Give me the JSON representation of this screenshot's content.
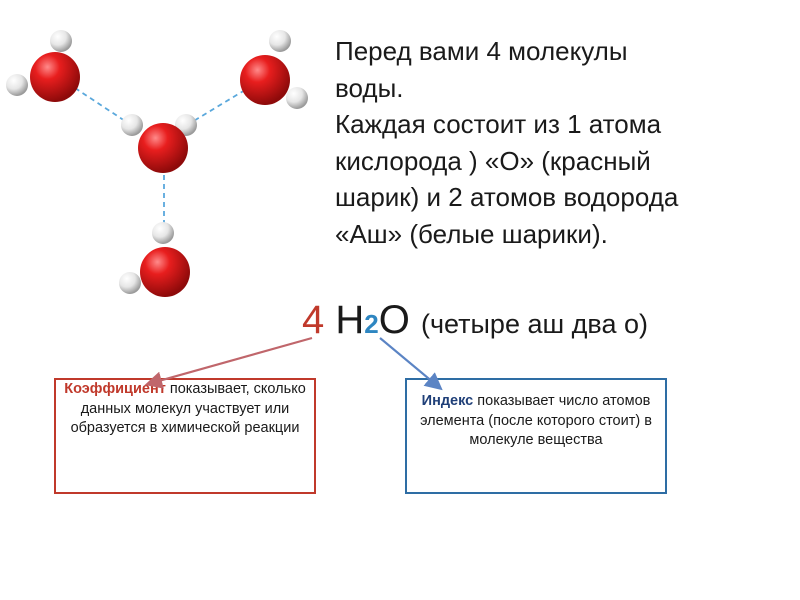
{
  "intro": {
    "line1": "Перед вами 4 молекулы",
    "line2": "воды.",
    "line3": "Каждая состоит из 1 атома",
    "line4": "кислорода ) «О» (красный",
    "line5": "шарик) и 2 атомов водорода",
    "line6": "«Аш» (белые шарики)."
  },
  "formula": {
    "coefficient": "4",
    "element1": "H",
    "index": "2",
    "element2": "O",
    "reading": "(четыре аш два о)"
  },
  "coefficient_box": {
    "term": "Коэффициент",
    "text": "показывает, сколько данных молекул участвует или образуется в химической реакции"
  },
  "index_box": {
    "term": "Индекс",
    "text": "показывает число атомов элемента (после которого стоит) в молекуле вещества"
  },
  "colors": {
    "oxygen": "#d81c1c",
    "hydrogen": "#eeeeee",
    "bond_line": "#5aa8dc",
    "coefficient_accent": "#c0392b",
    "index_accent": "#2e86c1"
  }
}
